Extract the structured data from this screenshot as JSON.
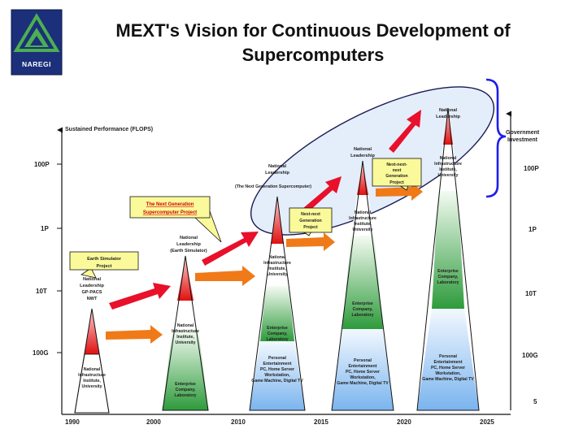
{
  "title": {
    "line1": "MEXT's Vision for Continuous Development of",
    "line2": "Supercomputers"
  },
  "logo": {
    "text": "NAREGI",
    "icon": "naregi-triangle-logo"
  },
  "axes": {
    "left_label": "Sustained Performance (FLOPS)",
    "right_label_1": "Government",
    "right_label_2": "Investment",
    "y_ticks": [
      "100P",
      "1P",
      "10T",
      "100G"
    ],
    "right_y_ticks": [
      "100P",
      "1P",
      "10T",
      "100G",
      "5"
    ],
    "x_ticks": [
      "1990",
      "2000",
      "2010",
      "2015",
      "2020",
      "2025"
    ]
  },
  "callouts": {
    "earth_simulator": {
      "line1": "Earth Simulator",
      "line2": "Project"
    },
    "next_generation": {
      "line1": "The Next Generation",
      "line2": "Supercomputer Project"
    },
    "next_next": {
      "line1": "Next-next",
      "line2": "Generation",
      "line3": "Project"
    },
    "next_next_next": {
      "line1": "Next-next-",
      "line2": "next",
      "line3": "Generation",
      "line4": "Project"
    }
  },
  "pyramids": {
    "p1": {
      "top_1": "National",
      "top_2": "Leadership",
      "top_3": "GP-PACS",
      "top_4": "NWT",
      "mid_1": "National",
      "mid_2": "Infrastructure",
      "mid_3": "Institute,",
      "mid_4": "University"
    },
    "p2": {
      "top_1": "National",
      "top_2": "Leadership",
      "top_3": "(Earth Simulator)",
      "mid_1": "National",
      "mid_2": "Infrastructure",
      "mid_3": "Institute,",
      "mid_4": "University",
      "bot_1": "Enterprise",
      "bot_2": "Company,",
      "bot_3": "Laboratory"
    },
    "p3": {
      "top_1": "National",
      "top_2": "Leadership",
      "top_3": "(The Next Generation Supercomputer)",
      "mid_1": "National",
      "mid_2": "Infrastructure",
      "mid_3": "Institute,",
      "mid_4": "University",
      "ent_1": "Enterprise",
      "ent_2": "Company,",
      "ent_3": "Laboratory",
      "bot_1": "Personal",
      "bot_2": "Entertainment",
      "bot_3": "PC, Home Server",
      "bot_4": "Workstation,",
      "bot_5": "Game Machine, Digital TV"
    },
    "p4": {
      "top_1": "National",
      "top_2": "Leadership",
      "mid_1": "National",
      "mid_2": "Infrastructure",
      "mid_3": "Institute,",
      "mid_4": "University",
      "ent_1": "Enterprise",
      "ent_2": "Company,",
      "ent_3": "Laboratory",
      "bot_1": "Personal",
      "bot_2": "Entertainment",
      "bot_3": "PC, Home Server",
      "bot_4": "Workstation,",
      "bot_5": "Game Machine, Digital TV"
    },
    "p5": {
      "top_1": "National",
      "top_2": "Leadership",
      "mid_1": "National",
      "mid_2": "Infrastructure",
      "mid_3": "Institute,",
      "mid_4": "University",
      "ent_1": "Enterprise",
      "ent_2": "Company,",
      "ent_3": "Laboratory",
      "bot_1": "Personal",
      "bot_2": "Entertainment",
      "bot_3": "PC, Home Server",
      "bot_4": "Workstation,",
      "bot_5": "Game Machine, Digital TV"
    }
  },
  "colors": {
    "title": "#111111",
    "logo_bg": "#1b2f7a",
    "logo_green": "#4caf50",
    "red_tip": "#e01010",
    "green_band": "#2e9b3c",
    "blue_band": "#7ab4ee",
    "orange_arrow": "#f07a18",
    "red_arrow": "#e8102a",
    "callout_fill": "#fbfa9a",
    "ellipse_fill": "#dbe7f8",
    "ellipse_stroke": "#1a1a50",
    "brace": "#1d1df0"
  }
}
